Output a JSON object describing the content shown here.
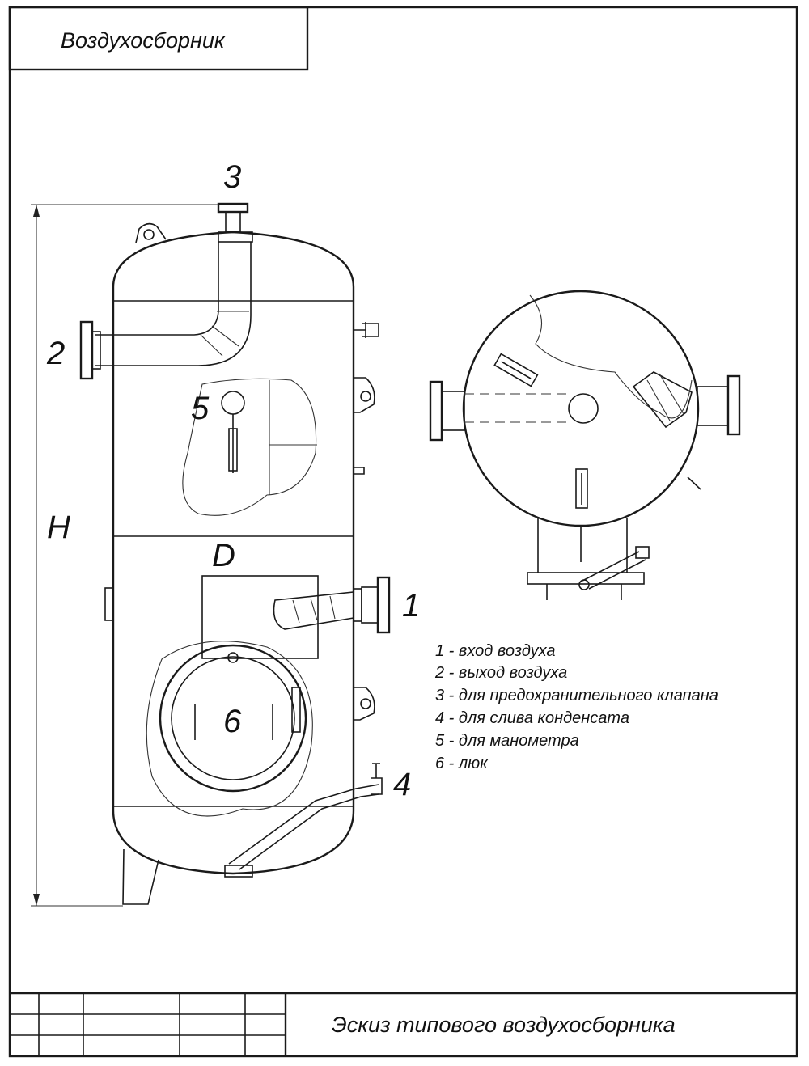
{
  "header": {
    "title": "Воздухосборник"
  },
  "diagram": {
    "labels": {
      "n1": "1",
      "n2": "2",
      "n3": "3",
      "n4": "4",
      "n5": "5",
      "n6": "6",
      "height": "H",
      "diameter": "D"
    },
    "legend": [
      "1 - вход воздуха",
      "2 - выход воздуха",
      "3 - для предохранительного клапана",
      "4 - для слива конденсата",
      "5 - для манометра",
      "6 - люк"
    ]
  },
  "title_block": {
    "caption": "Эскиз типового воздухосборника"
  }
}
